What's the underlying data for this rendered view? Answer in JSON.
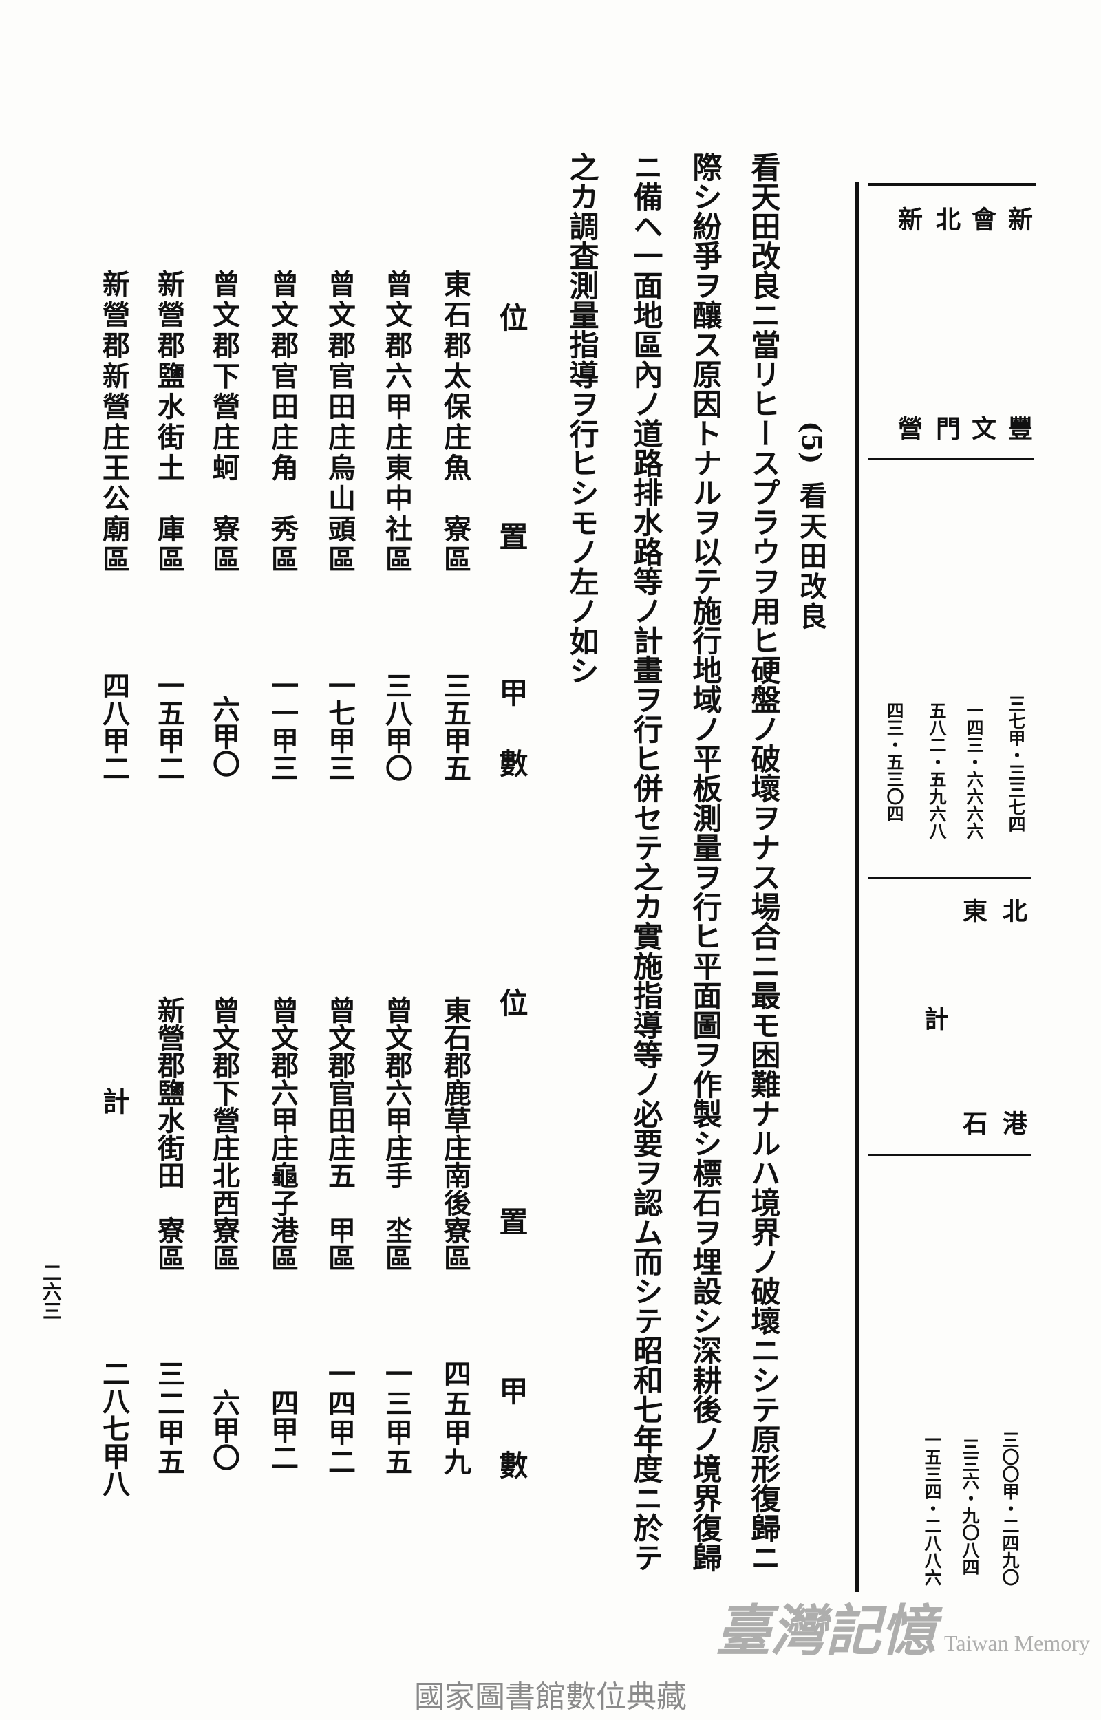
{
  "right_table": {
    "districts": [
      "新豐",
      "會文",
      "北門",
      "新營"
    ],
    "district_values": [
      "三七甲・三三七四",
      "一四三・六六六六",
      "五八二・五九六八",
      "四三・五三〇四"
    ],
    "districts2": [
      "北港",
      "東石"
    ],
    "total_label": "計",
    "values2": [
      "三〇〇甲・二四九〇",
      "三三六・九〇八四",
      "一五三四・二八八六"
    ]
  },
  "section": {
    "number": "(5)",
    "title": "看天田改良"
  },
  "body": [
    "看天田改良ニ當リヒースプラウヲ用ヒ硬盤ノ破壞ヲナス場合ニ最モ困難ナルハ境界ノ破壞ニシテ原形復歸ニ",
    "際シ紛爭ヲ釀ス原因トナルヲ以テ施行地域ノ平板測量ヲ行ヒ平面圖ヲ作製シ標石ヲ埋設シ深耕後ノ境界復歸",
    "ニ備ヘ一面地區內ノ道路排水路等ノ計畫ヲ行ヒ併セテ之カ實施指導等ノ必要ヲ認ム而シテ昭和七年度ニ於テ",
    "之カ調査測量指導ヲ行ヒシモノ左ノ如シ"
  ],
  "table1": {
    "header": {
      "location": "位置",
      "area": "甲數"
    },
    "rows": [
      {
        "location": "東石郡太保庄魚　寮區",
        "area": "三五甲五"
      },
      {
        "location": "曾文郡六甲庄東中社區",
        "area": "三八甲〇"
      },
      {
        "location": "曾文郡官田庄烏山頭區",
        "area": "一七甲三"
      },
      {
        "location": "曾文郡官田庄角　秀區",
        "area": "一一甲三"
      },
      {
        "location": "曾文郡下營庄蚵　寮區",
        "area": "六甲〇"
      },
      {
        "location": "新營郡鹽水街土　庫區",
        "area": "一五甲二"
      },
      {
        "location": "新營郡新營庄王公廟區",
        "area": "四八甲二"
      }
    ]
  },
  "table2": {
    "header": {
      "location": "位置",
      "area": "甲數"
    },
    "rows": [
      {
        "location": "東石郡鹿草庄南後寮區",
        "area": "四五甲九"
      },
      {
        "location": "曾文郡六甲庄手　坔區",
        "area": "一三甲五"
      },
      {
        "location": "曾文郡官田庄五　甲區",
        "area": "一四甲二"
      },
      {
        "location": "曾文郡六甲庄龜子港區",
        "area": "四甲二"
      },
      {
        "location": "曾文郡下營庄北西寮區",
        "area": "六甲〇"
      },
      {
        "location": "新營郡鹽水街田　寮區",
        "area": "三二甲五"
      }
    ],
    "total_label": "計",
    "total": "二八七甲八"
  },
  "page_number": "二六三",
  "watermark": {
    "title": "臺灣記憶",
    "subtitle": "Taiwan Memory"
  },
  "footer": "國家圖書館數位典藏"
}
